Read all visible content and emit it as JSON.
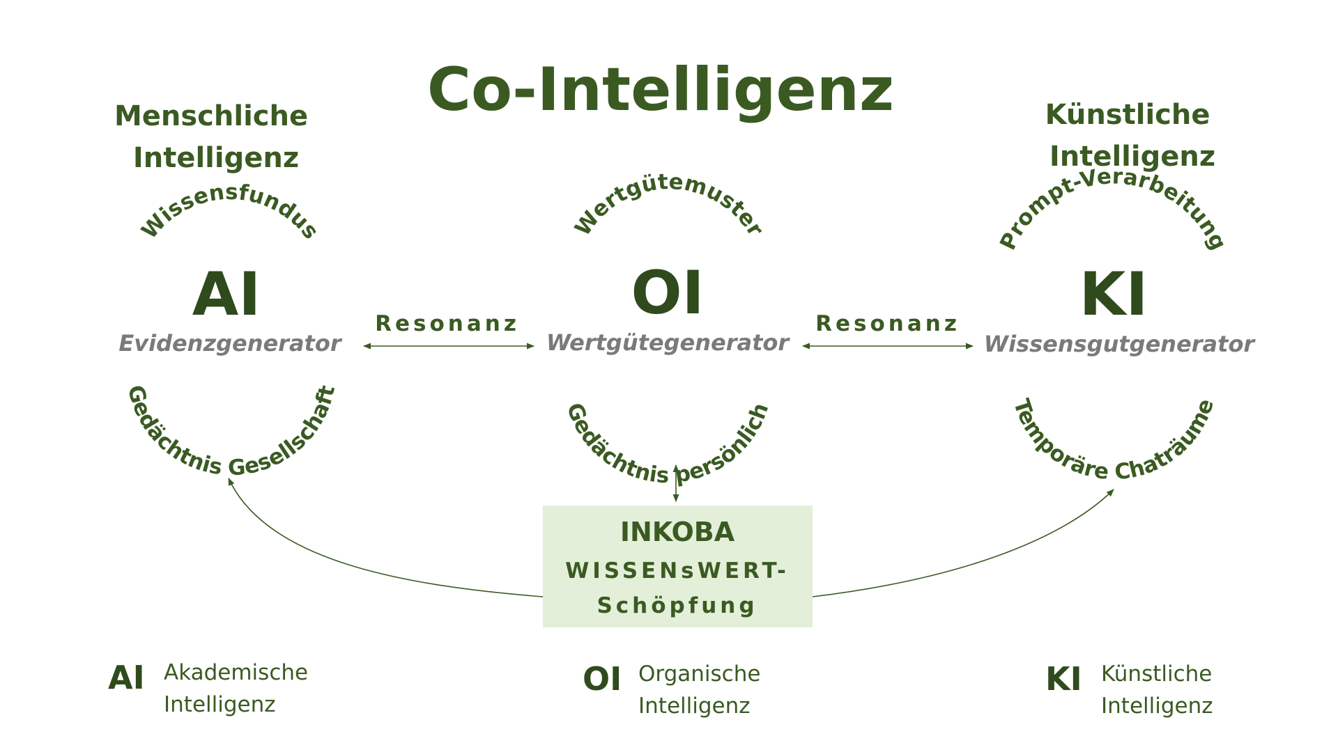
{
  "title": "Co-Intelligenz",
  "left_heading": [
    "Menschliche",
    "Intelligenz"
  ],
  "right_heading": [
    "Künstliche",
    "Intelligenz"
  ],
  "nodes": {
    "ai": {
      "abbr": "AI",
      "top_arc": "Wissensfundus",
      "generator": "Evidenzgenerator",
      "bottom_arc": "Gedächtnis Gesellschaft"
    },
    "oi": {
      "abbr": "OI",
      "top_arc": "Wertgütemuster",
      "generator": "Wertgütegenerator",
      "bottom_arc": "Gedächtnis persönlich"
    },
    "ki": {
      "abbr": "KI",
      "top_arc": "Prompt-Verarbeitung",
      "generator": "Wissensgutgenerator",
      "bottom_arc": "Temporäre Chaträume"
    }
  },
  "resonance_left": "Resonanz",
  "resonance_right": "Resonanz",
  "center_box": {
    "title": "INKOBA",
    "line1": "WISSENsWERT-",
    "line2": "Schöpfung"
  },
  "legend": [
    {
      "abbr": "AI",
      "line1": "Akademische",
      "line2": "Intelligenz"
    },
    {
      "abbr": "OI",
      "line1": "Organische",
      "line2": "Intelligenz"
    },
    {
      "abbr": "KI",
      "line1": "Künstliche",
      "line2": "Intelligenz"
    }
  ],
  "colors": {
    "primary_green": "#3a5a22",
    "generator_gray": "#7a7a7a",
    "box_fill": "#e3efd8"
  }
}
